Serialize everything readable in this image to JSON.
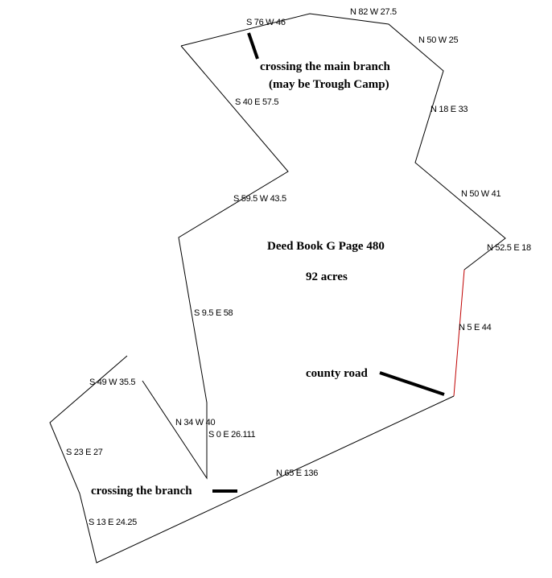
{
  "title": "Deed Book G Page 480",
  "acreage": "92 acres",
  "notes": {
    "main_branch_line1": "crossing the main branch",
    "main_branch_line2": "(may be Trough Camp)",
    "county_road": "county road",
    "branch": "crossing the branch"
  },
  "calls": {
    "c1": "S 76 W 46",
    "c2": "N 82 W 27.5",
    "c3": "N 50 W 25",
    "c4": "N 18 E 33",
    "c5": "N 50 W 41",
    "c6": "N 52.5 E 18",
    "c7": "N 5 E 44",
    "c8": "N 65 E 136",
    "c9": "S 13 E 24.25",
    "c10": "S 23 E 27",
    "c11": "S 49 W 35.5",
    "c12": "N 34 W 40",
    "c13": "S 0 E 26.111",
    "c14": "S 9.5 E 58",
    "c15": "S 59.5 W 43.5",
    "c16": "S 40 E 57.5"
  },
  "colors": {
    "line": "#000000",
    "road_boundary": "#c00000"
  }
}
